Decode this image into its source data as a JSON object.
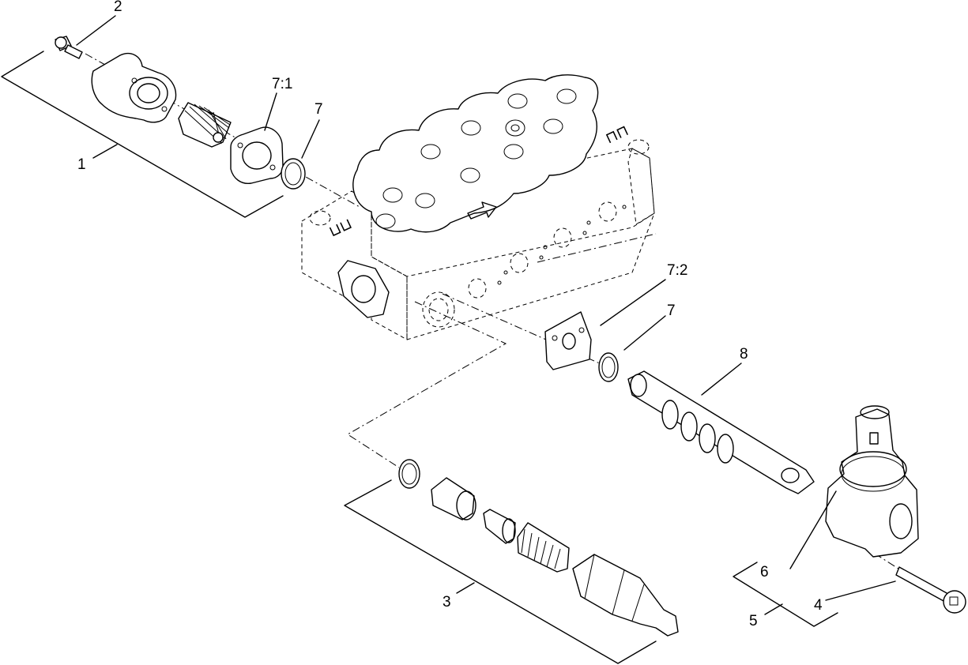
{
  "callouts": {
    "c1": "1",
    "c2": "2",
    "c3": "3",
    "c4": "4",
    "c5": "5",
    "c6": "6",
    "c7a": "7",
    "c7b": "7",
    "c7_1": "7:1",
    "c7_2": "7:2",
    "c8": "8"
  }
}
